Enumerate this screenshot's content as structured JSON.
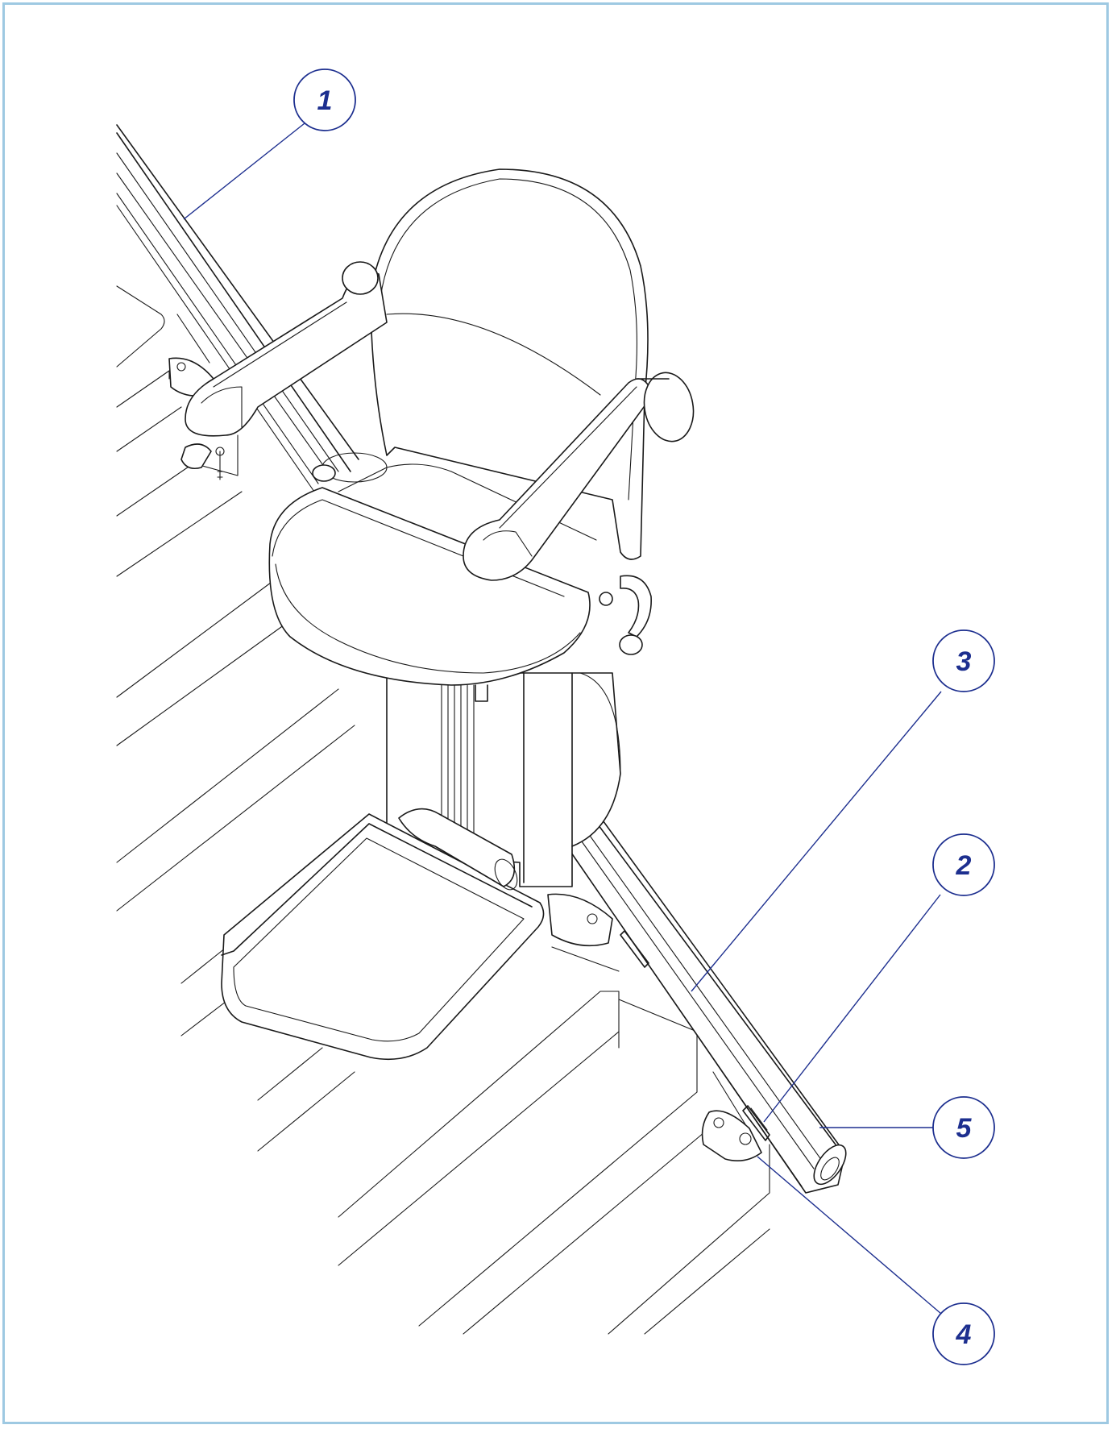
{
  "callouts": [
    {
      "id": "1",
      "label": "1"
    },
    {
      "id": "2",
      "label": "2"
    },
    {
      "id": "3",
      "label": "3"
    },
    {
      "id": "4",
      "label": "4"
    },
    {
      "id": "5",
      "label": "5"
    }
  ],
  "colors": {
    "frame_border": "#9ec9e2",
    "callout_color": "#1d2f8f",
    "line_art": "#1a1a1a",
    "background": "#ffffff"
  }
}
